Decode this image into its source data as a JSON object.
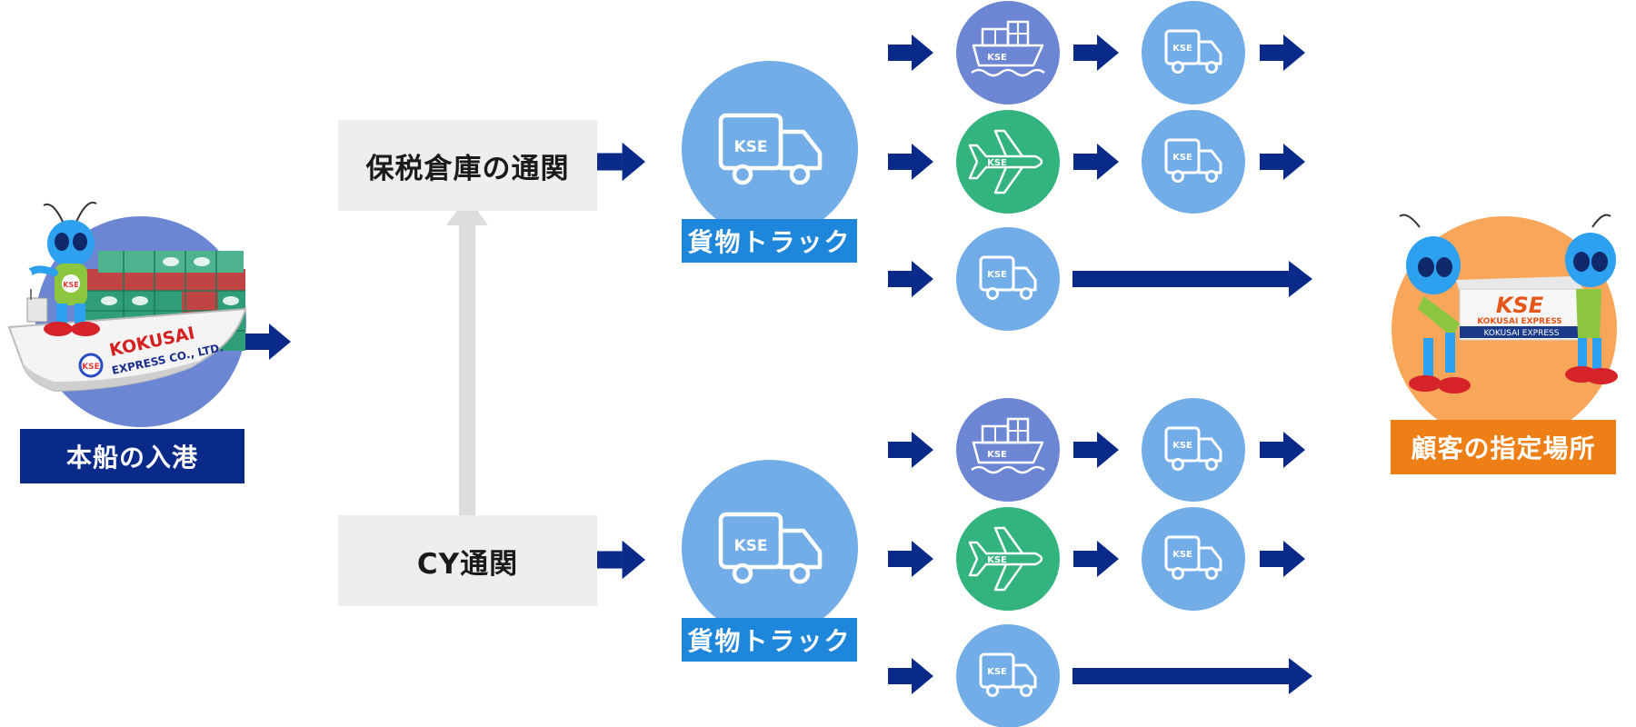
{
  "colors": {
    "navy": "#0a2a8a",
    "ship_circle": "#6c86d4",
    "plane_circle": "#33b37e",
    "truck_circle": "#73ade8",
    "truck_label_bg": "#1e86db",
    "customer_circle": "#f7a65a",
    "customer_label_bg": "#ee7f16",
    "gray_box": "#eeeeee",
    "up_arrow": "#dddddd"
  },
  "origin": {
    "label": "本船の入港",
    "illustration": "cargo-ship-with-mascot",
    "ship_text": [
      "KOKUSAI",
      "EXPRESS CO., LTD."
    ]
  },
  "customs": {
    "bonded": "保税倉庫の通関",
    "cy": "CY通関"
  },
  "freight": {
    "label": "貨物トラック",
    "truck_text": "KSE"
  },
  "routes": {
    "icon_text": "KSE",
    "modes": [
      "ship-icon",
      "plane-icon",
      "truck-icon"
    ]
  },
  "destination": {
    "label": "顧客の指定場所",
    "illustration": "mascots-carrying-box",
    "box_logo": "KSE",
    "box_text": "KOKUSAI EXPRESS",
    "box_band": "KOKUSAI EXPRESS"
  }
}
